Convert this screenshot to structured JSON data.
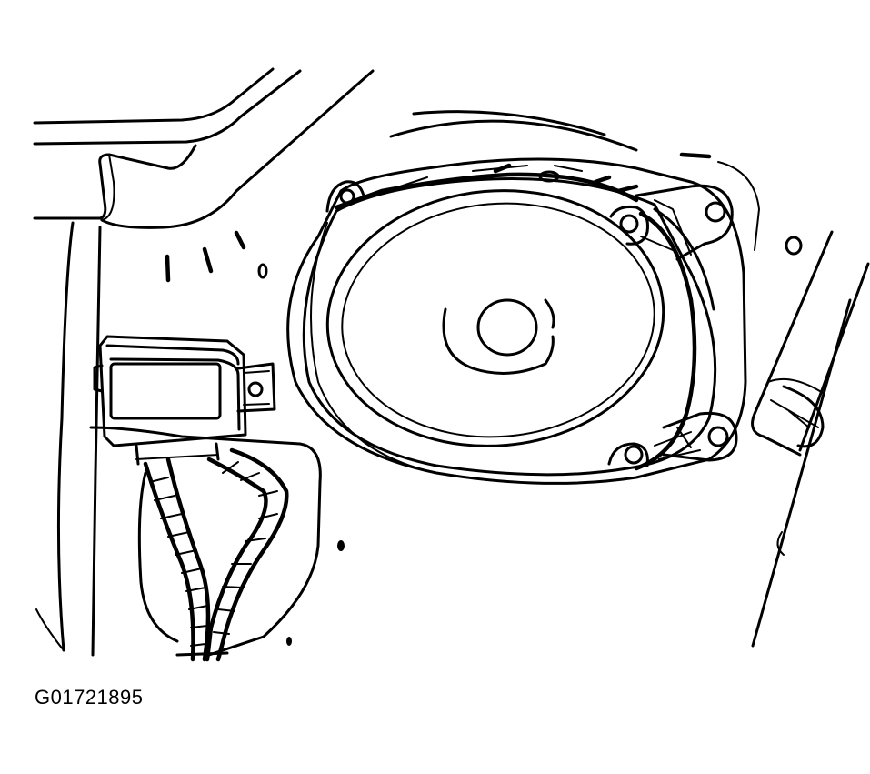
{
  "figure": {
    "code": "G01721895"
  },
  "palette": {
    "line": "#000000",
    "background": "#ffffff"
  },
  "parts": [
    "speaker",
    "speaker-mounting-tabs",
    "electronic-module",
    "wiring-harness",
    "body-panel"
  ]
}
